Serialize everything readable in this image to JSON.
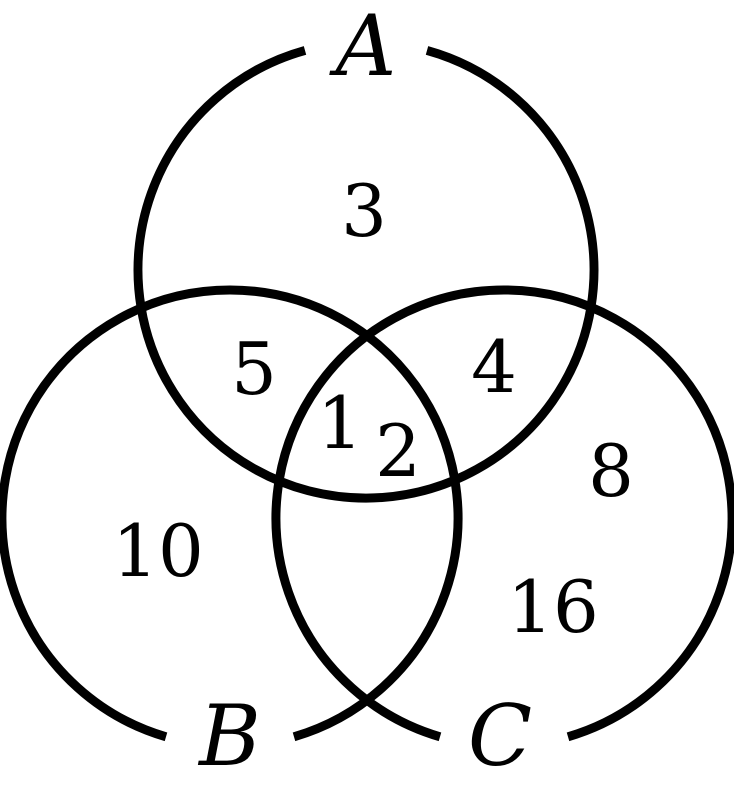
{
  "diagram": {
    "sets": {
      "a": {
        "label": "A"
      },
      "b": {
        "label": "B"
      },
      "c": {
        "label": "C"
      }
    },
    "regions": {
      "a_only": "3",
      "a_and_b_only": "5",
      "a_and_c_only": "4",
      "abc_1": "1",
      "abc_2": "2",
      "c_only_upper": "8",
      "b_only": "10",
      "c_only_lower": "16"
    },
    "colors": {
      "stroke": "#000000",
      "background": "#ffffff"
    }
  }
}
